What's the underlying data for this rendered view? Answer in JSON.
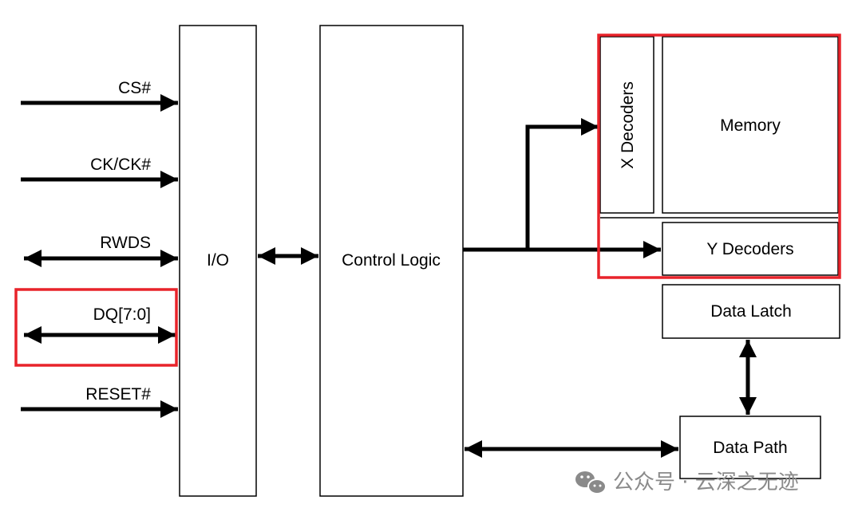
{
  "diagram": {
    "blocks": {
      "io": "I/O",
      "control_logic": "Control Logic",
      "x_decoders": "X Decoders",
      "memory": "Memory",
      "y_decoders": "Y Decoders",
      "data_latch": "Data Latch",
      "data_path": "Data Path"
    },
    "signals": {
      "cs": "CS#",
      "ck": "CK/CK#",
      "rwds": "RWDS",
      "dq": "DQ[7:0]",
      "reset": "RESET#"
    },
    "highlight_color": "#e8232a"
  },
  "watermark": {
    "text": "公众号 · 云深之无迹",
    "icon": "wechat-icon"
  }
}
